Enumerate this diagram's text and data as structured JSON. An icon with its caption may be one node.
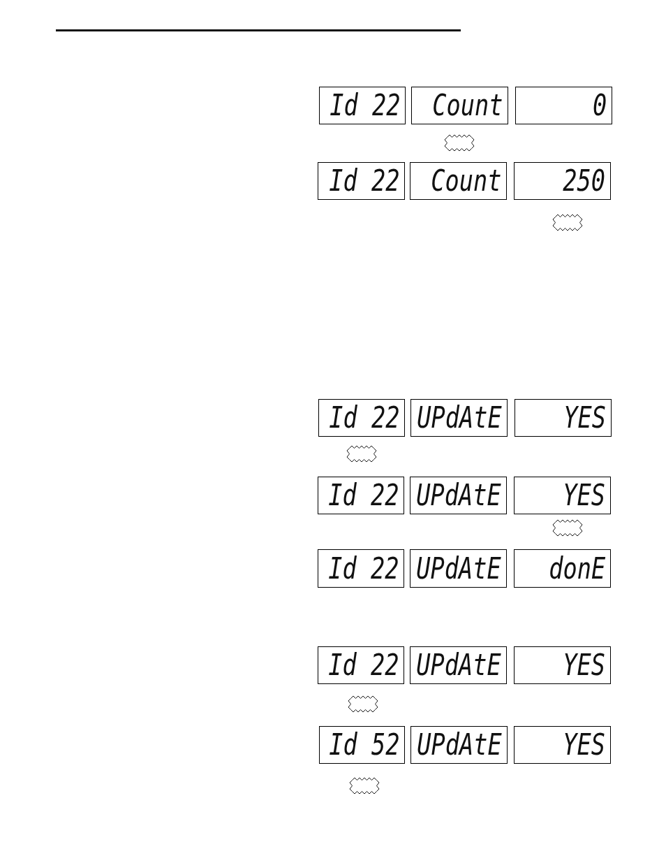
{
  "diagram": {
    "nodes": [
      {
        "text": [
          "Id 22"
        ]
      },
      {
        "text": [
          "Count"
        ]
      },
      {
        "text": [
          "0"
        ]
      },
      {
        "text": [
          "Id 22"
        ]
      },
      {
        "text": [
          "Count"
        ]
      },
      {
        "text": [
          "250"
        ]
      },
      {
        "text": [
          "Id 22"
        ]
      },
      {
        "text": [
          "UPdAtE"
        ]
      },
      {
        "text": [
          "YES"
        ]
      },
      {
        "text": [
          "Id 22"
        ]
      },
      {
        "text": [
          "UPdAtE"
        ]
      },
      {
        "text": [
          "YES"
        ]
      },
      {
        "text": [
          "Id 22"
        ]
      },
      {
        "text": [
          "UPdAtE"
        ]
      },
      {
        "text": [
          "donE"
        ]
      },
      {
        "text": [
          "Id 22"
        ]
      },
      {
        "text": [
          "UPdAtE"
        ]
      },
      {
        "text": [
          "YES"
        ]
      },
      {
        "text": [
          "Id 52"
        ]
      },
      {
        "text": [
          "UPdAtE"
        ]
      },
      {
        "text": [
          "YES"
        ]
      }
    ]
  }
}
